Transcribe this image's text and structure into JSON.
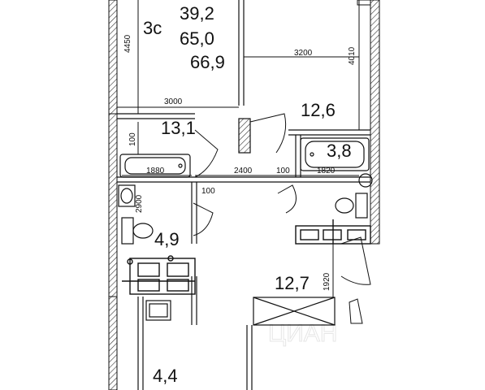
{
  "apartment": {
    "type_label": "3с",
    "area_living": "39,2",
    "area_total": "65,0",
    "area_with_balcony": "66,9"
  },
  "rooms": {
    "room_top_right": "12,6",
    "room_left": "13,1",
    "bathroom_right": "3,8",
    "bathroom_left": "4,9",
    "hall": "12,7",
    "room_bottom_left": "4,4"
  },
  "dimensions": {
    "d4450": "4450",
    "d3200": "3200",
    "d4010": "4010",
    "d3000": "3000",
    "d100a": "100",
    "d1880": "1880",
    "d2400": "2400",
    "d100b": "100",
    "d1820": "1820",
    "d100c": "100",
    "d2900": "2900",
    "d1920": "1920"
  },
  "watermark": "ЦИАН"
}
